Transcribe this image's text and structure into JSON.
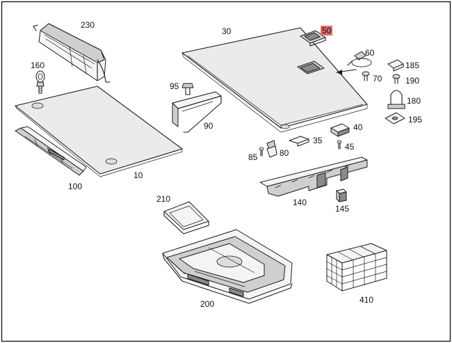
{
  "parts": [
    {
      "id": "p230",
      "label": "230",
      "highlight": false
    },
    {
      "id": "p160",
      "label": "160",
      "highlight": false
    },
    {
      "id": "p10",
      "label": "10",
      "highlight": false
    },
    {
      "id": "p100",
      "label": "100",
      "highlight": false
    },
    {
      "id": "p30",
      "label": "30",
      "highlight": false
    },
    {
      "id": "p50",
      "label": "50",
      "highlight": true
    },
    {
      "id": "p60",
      "label": "60",
      "highlight": false
    },
    {
      "id": "p70",
      "label": "70",
      "highlight": false
    },
    {
      "id": "p185",
      "label": "185",
      "highlight": false
    },
    {
      "id": "p190",
      "label": "190",
      "highlight": false
    },
    {
      "id": "p180",
      "label": "180",
      "highlight": false
    },
    {
      "id": "p195",
      "label": "195",
      "highlight": false
    },
    {
      "id": "p95",
      "label": "95",
      "highlight": false
    },
    {
      "id": "p90",
      "label": "90",
      "highlight": false
    },
    {
      "id": "p40",
      "label": "40",
      "highlight": false
    },
    {
      "id": "p35",
      "label": "35",
      "highlight": false
    },
    {
      "id": "p45",
      "label": "45",
      "highlight": false
    },
    {
      "id": "p85",
      "label": "85",
      "highlight": false
    },
    {
      "id": "p80",
      "label": "80",
      "highlight": false
    },
    {
      "id": "p140",
      "label": "140",
      "highlight": false
    },
    {
      "id": "p145",
      "label": "145",
      "highlight": false
    },
    {
      "id": "p210",
      "label": "210",
      "highlight": false
    },
    {
      "id": "p200",
      "label": "200",
      "highlight": false
    },
    {
      "id": "p410",
      "label": "410",
      "highlight": false
    }
  ],
  "colors": {
    "highlight": "#e06a6a",
    "frame": "#1a1a1a",
    "background": "#ffffff"
  }
}
